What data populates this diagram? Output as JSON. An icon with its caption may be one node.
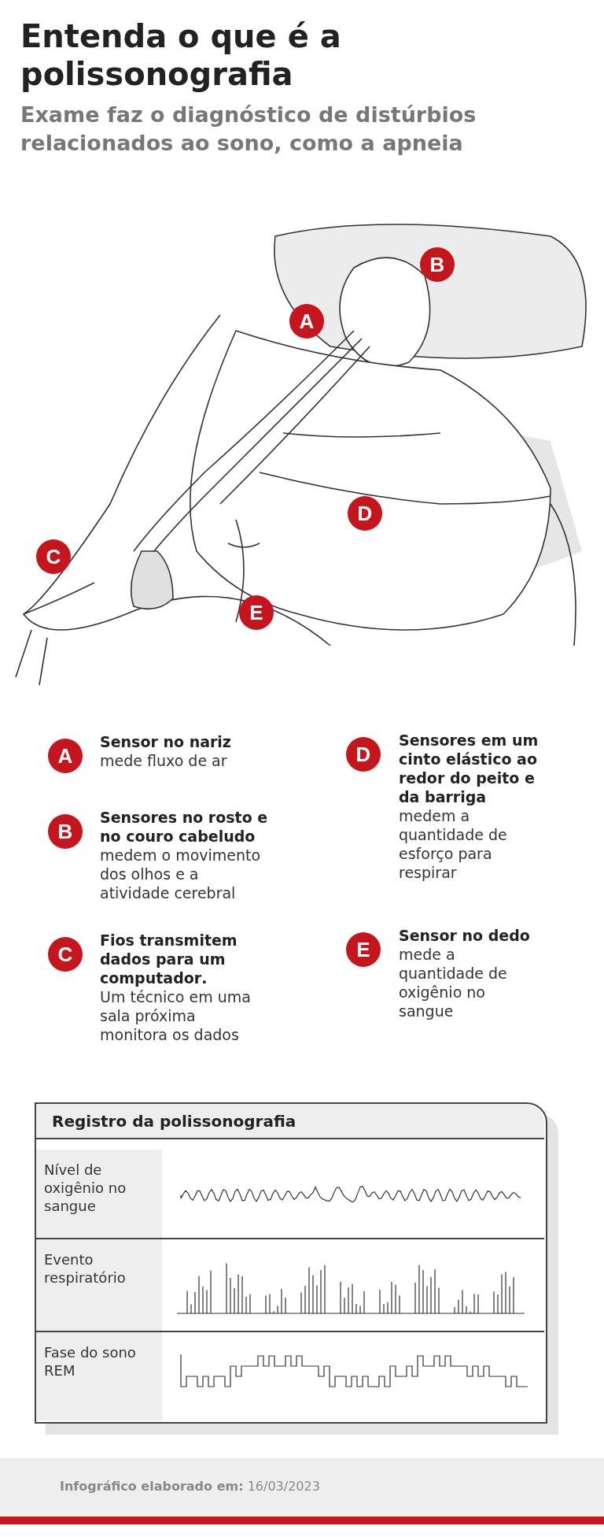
{
  "diagram": {
    "title": "Entenda o que é a polissonografia",
    "labels": [
      "Exame faz o diagnóstico de distúrbios relacionados ao sono, como a apneia",
      "B",
      "A",
      "D",
      "C",
      "E",
      "A",
      "Sensor no nariz",
      "mede fluxo de ar",
      "B",
      "Sensores no rosto e no couro cabeludo",
      "medem o movimento dos olhos e a atividade cerebral",
      "C",
      "**Fios transmitem dados para um computador**.",
      "Um técnico em uma sala próxima monitora os dados",
      "D",
      "Sensores em um cinto elástico ao redor do peito e da barriga",
      "medem a quantidade de esforço para respirar",
      "E",
      "Sensor no dedo",
      "mede a quantidade de oxigênio no sangue",
      "Registro da polissonografia",
      "Nível de oxigênio no sangue",
      "Evento respiratório",
      "Fase do sono REM",
      "**Infográfico elaborado em:** 16/03/2023"
    ]
  }
}
